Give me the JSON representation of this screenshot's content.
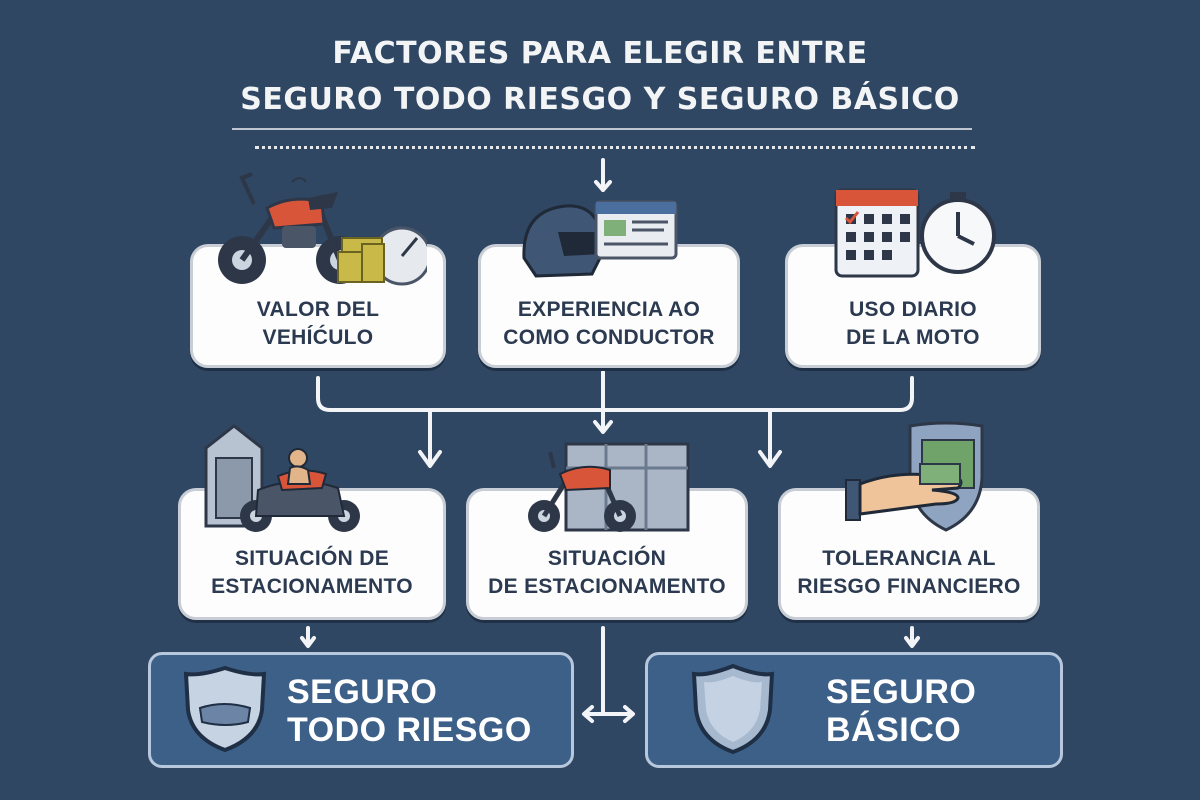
{
  "title": {
    "line1": "FACTORES PARA ELEGIR ENTRE",
    "line2": "SEGURO TODO RIESGO Y SEGURO BÁSICO"
  },
  "factors": [
    {
      "line1": "VALOR DEL",
      "line2": "VEHÍĆULO",
      "icon": "motorcycle-money-icon"
    },
    {
      "line1": "EXPERIENCIA AO",
      "line2": "COMO CONDUCTOR",
      "icon": "helmet-license-icon"
    },
    {
      "line1": "USO DIARIO",
      "line2": "DE LA MOTO",
      "icon": "calendar-clock-icon"
    },
    {
      "line1": "SITUACIÓN DE",
      "line2": "ESTACIONAMENTO",
      "icon": "garage-motorcycle-icon"
    },
    {
      "line1": "SITUACIÓN",
      "line2": "DE ESTACIONAMENTO",
      "icon": "motorcycle-shed-icon"
    },
    {
      "line1": "TOLERANCIA AL",
      "line2": "RIESGO FINANCIERO",
      "icon": "shield-money-hand-icon"
    }
  ],
  "results": [
    {
      "line1": "SEGURO",
      "line2": "TODO RIESGO",
      "icon": "shield-full-icon"
    },
    {
      "line1": "SEGURO",
      "line2": "BÁSICO",
      "icon": "shield-basic-icon"
    }
  ],
  "colors": {
    "background": "#2f4763",
    "card": "#fdfdfd",
    "result": "#3d6089",
    "accent": "#d9553a"
  }
}
